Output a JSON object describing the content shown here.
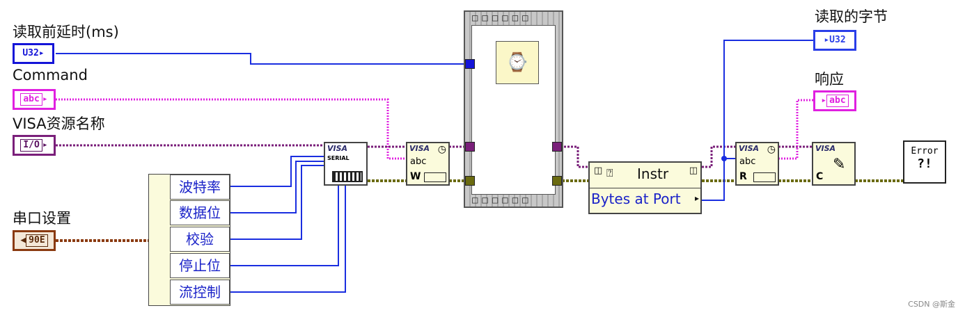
{
  "controls": {
    "delay_label": "读取前延时(ms)",
    "delay_type": "U32",
    "command_label": "Command",
    "command_type": "abc",
    "resource_label": "VISA资源名称",
    "resource_type": "I/O",
    "serial_label": "串口设置",
    "serial_type": "90E"
  },
  "indicators": {
    "bytes_read_label": "读取的字节",
    "bytes_read_type": "U32",
    "response_label": "响应",
    "response_type": "abc"
  },
  "unbundle": {
    "fields": [
      "波特率",
      "数据位",
      "校验",
      "停止位",
      "流控制"
    ]
  },
  "nodes": {
    "configure": {
      "tag": "VISA",
      "sub": "SERIAL"
    },
    "write": {
      "tag": "VISA",
      "sub": "abc",
      "mode": "W"
    },
    "read": {
      "tag": "VISA",
      "sub": "abc",
      "mode": "R"
    },
    "close": {
      "tag": "VISA",
      "mode": "C"
    },
    "property": {
      "class": "Instr",
      "item": "Bytes at Port"
    },
    "error": {
      "text": "Error",
      "symbol": "?!"
    }
  },
  "credit": "CSDN @斯金",
  "colors": {
    "u32_wire": "#1a2ee0",
    "string_wire": "#e020e0",
    "visa_wire": "#7a1f7a",
    "error_wire": "#6a6a10",
    "cluster_wire": "#8a3a10"
  }
}
